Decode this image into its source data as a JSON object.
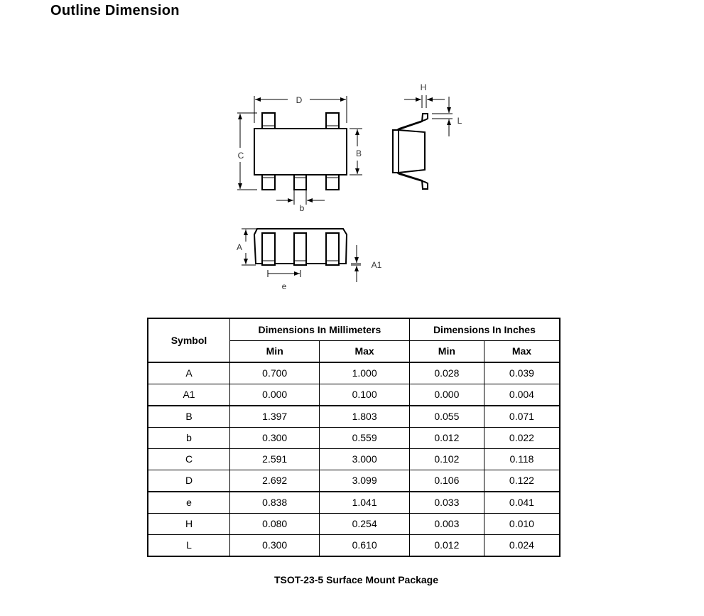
{
  "title": "Outline Dimension",
  "drawing_labels": {
    "D": "D",
    "C": "C",
    "B": "B",
    "b": "b",
    "H": "H",
    "L": "L",
    "A": "A",
    "A1": "A1",
    "e": "e"
  },
  "table": {
    "header_symbol": "Symbol",
    "header_mm": "Dimensions In Millimeters",
    "header_in": "Dimensions In Inches",
    "min": "Min",
    "max": "Max",
    "rows": [
      {
        "symbol": "A",
        "mm_min": "0.700",
        "mm_max": "1.000",
        "in_min": "0.028",
        "in_max": "0.039"
      },
      {
        "symbol": "A1",
        "mm_min": "0.000",
        "mm_max": "0.100",
        "in_min": "0.000",
        "in_max": "0.004"
      },
      {
        "symbol": "B",
        "mm_min": "1.397",
        "mm_max": "1.803",
        "in_min": "0.055",
        "in_max": "0.071"
      },
      {
        "symbol": "b",
        "mm_min": "0.300",
        "mm_max": "0.559",
        "in_min": "0.012",
        "in_max": "0.022"
      },
      {
        "symbol": "C",
        "mm_min": "2.591",
        "mm_max": "3.000",
        "in_min": "0.102",
        "in_max": "0.118"
      },
      {
        "symbol": "D",
        "mm_min": "2.692",
        "mm_max": "3.099",
        "in_min": "0.106",
        "in_max": "0.122"
      },
      {
        "symbol": "e",
        "mm_min": "0.838",
        "mm_max": "1.041",
        "in_min": "0.033",
        "in_max": "0.041"
      },
      {
        "symbol": "H",
        "mm_min": "0.080",
        "mm_max": "0.254",
        "in_min": "0.003",
        "in_max": "0.010"
      },
      {
        "symbol": "L",
        "mm_min": "0.300",
        "mm_max": "0.610",
        "in_min": "0.012",
        "in_max": "0.024"
      }
    ]
  },
  "caption": "TSOT-23-5 Surface Mount Package"
}
